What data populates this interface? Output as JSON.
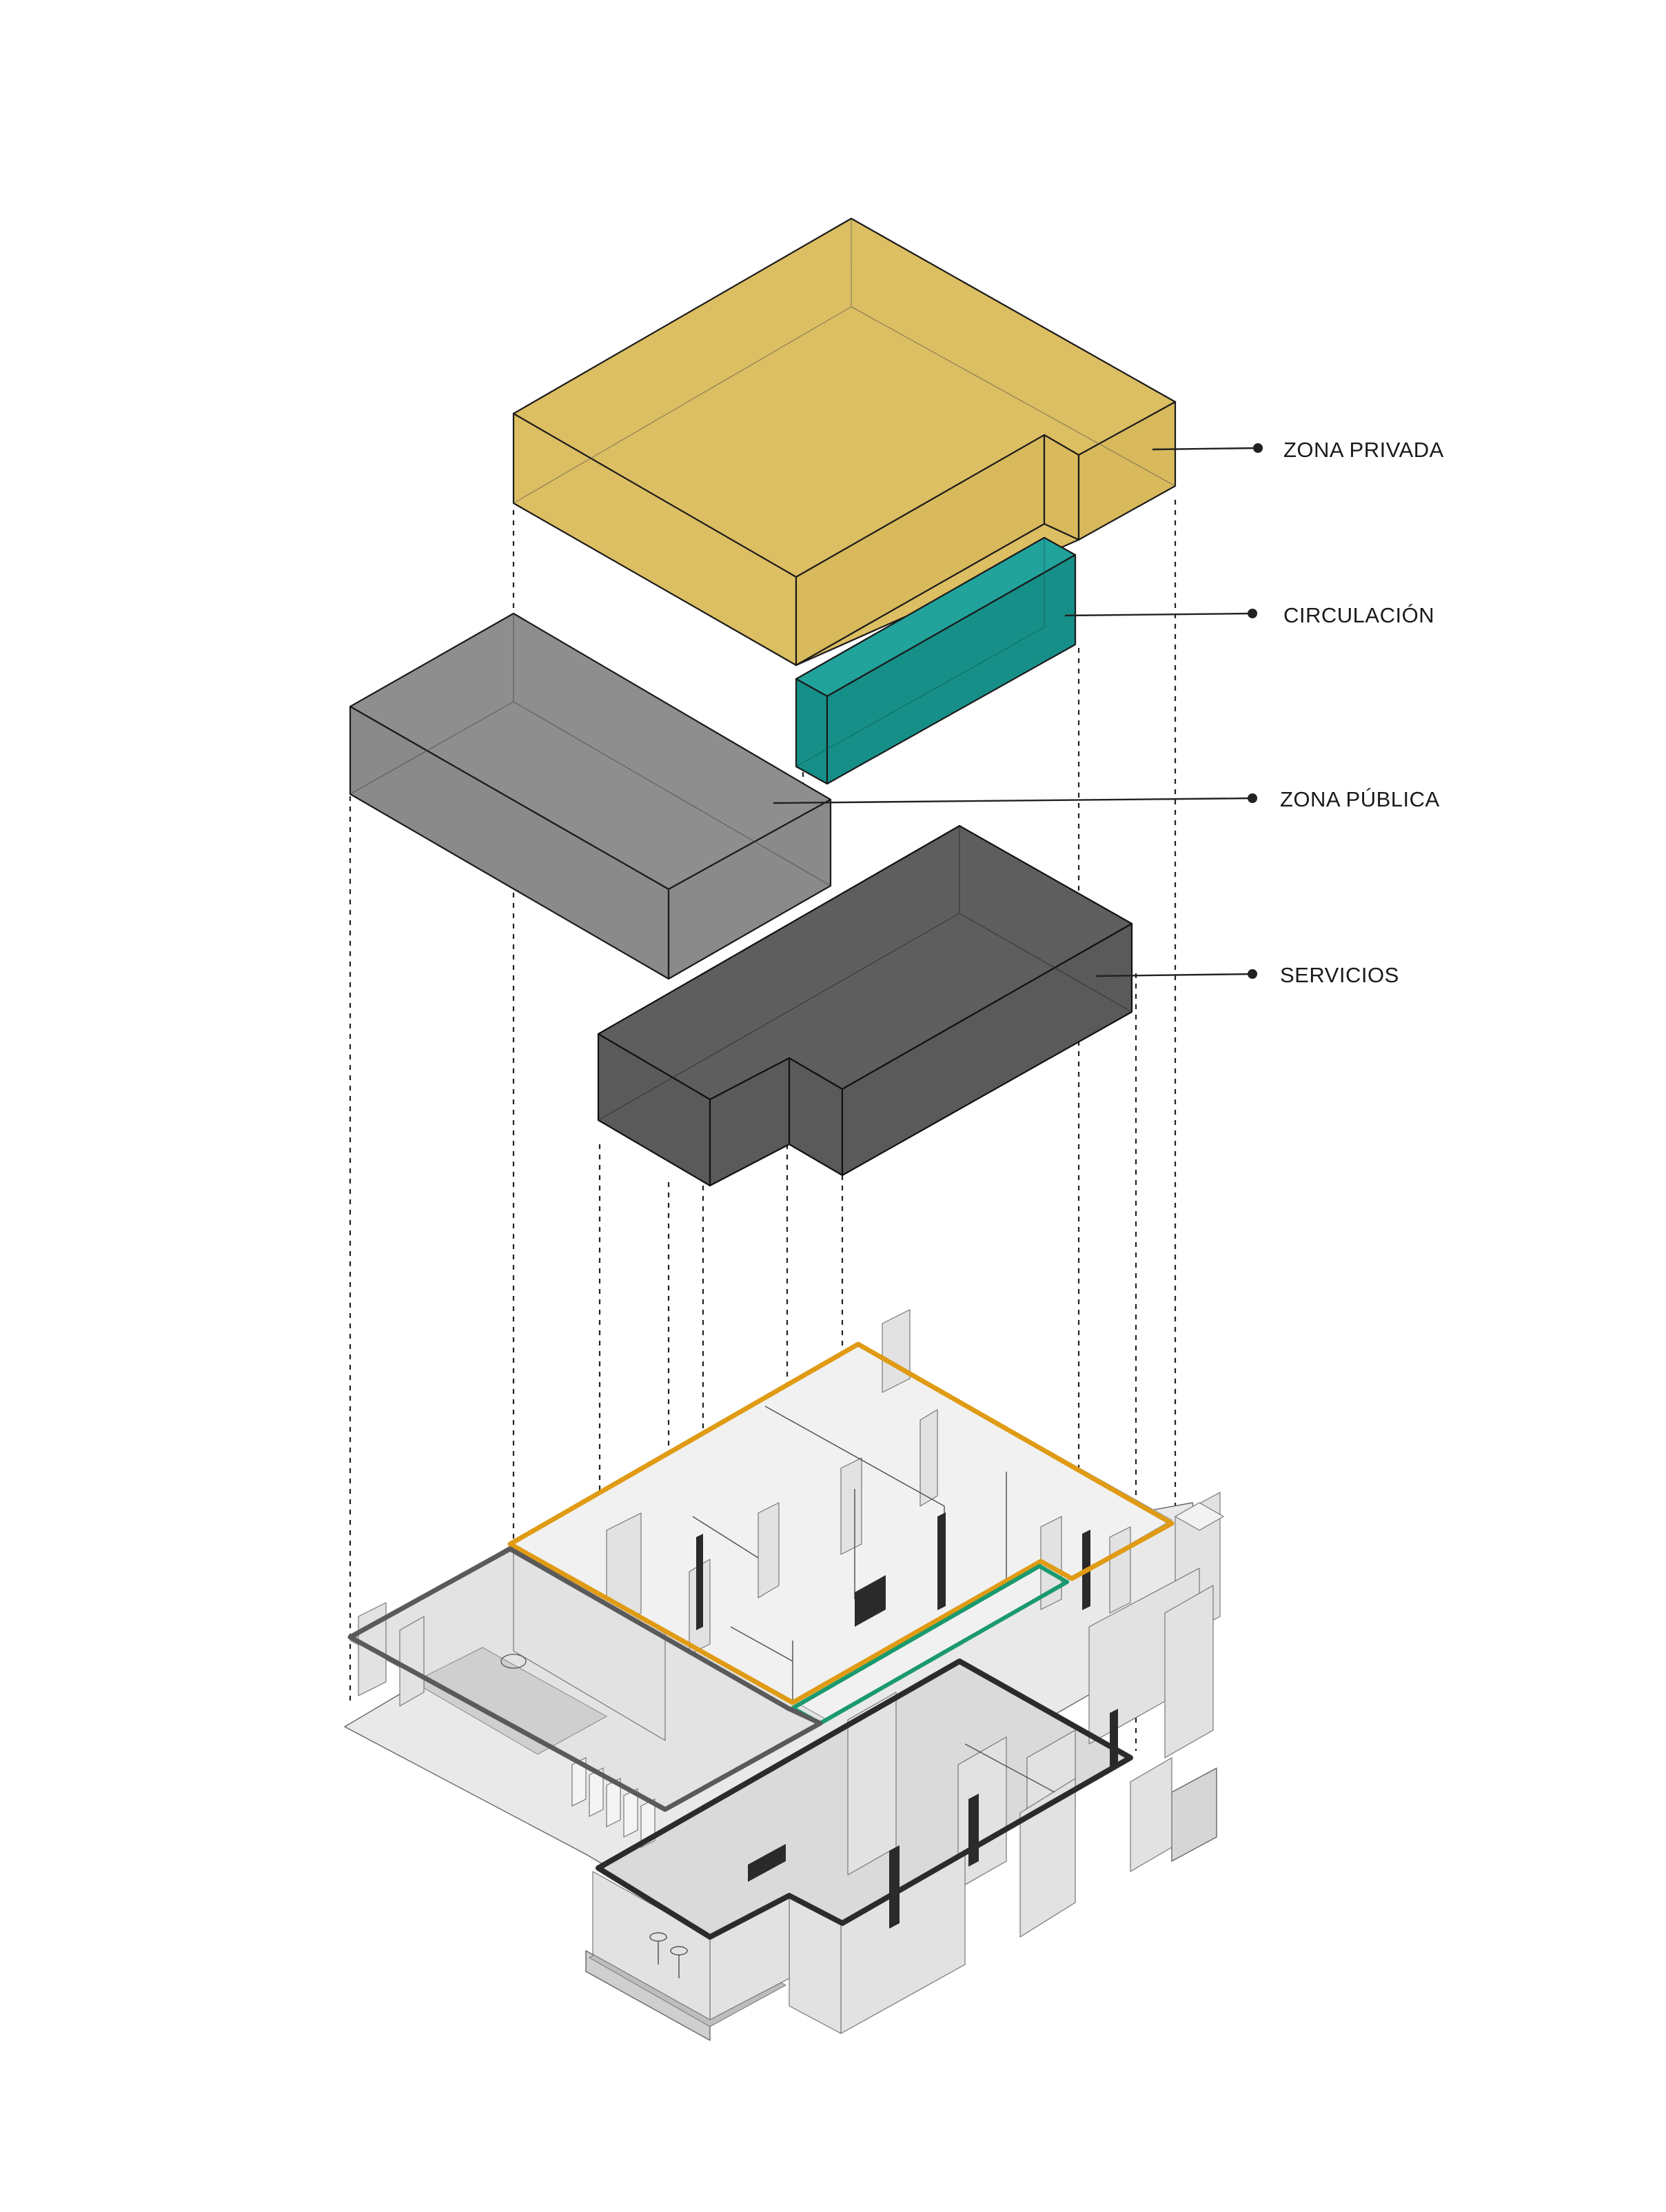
{
  "legend": {
    "items": [
      {
        "label": "ZONA PRIVADA",
        "color": "#dcbe63"
      },
      {
        "label": "CIRCULACIÓN",
        "color": "#168f89"
      },
      {
        "label": "ZONA PÚBLICA",
        "color": "#8a8a8a"
      },
      {
        "label": "SERVICIOS",
        "color": "#5a5a5a"
      }
    ]
  },
  "plan_outline_colors": {
    "privada": "#e09b14",
    "circulacion": "#1a9a6e",
    "publica": "#555555",
    "servicios": "#2b2b2b"
  },
  "icons": [
    "leader-dot-icon"
  ]
}
